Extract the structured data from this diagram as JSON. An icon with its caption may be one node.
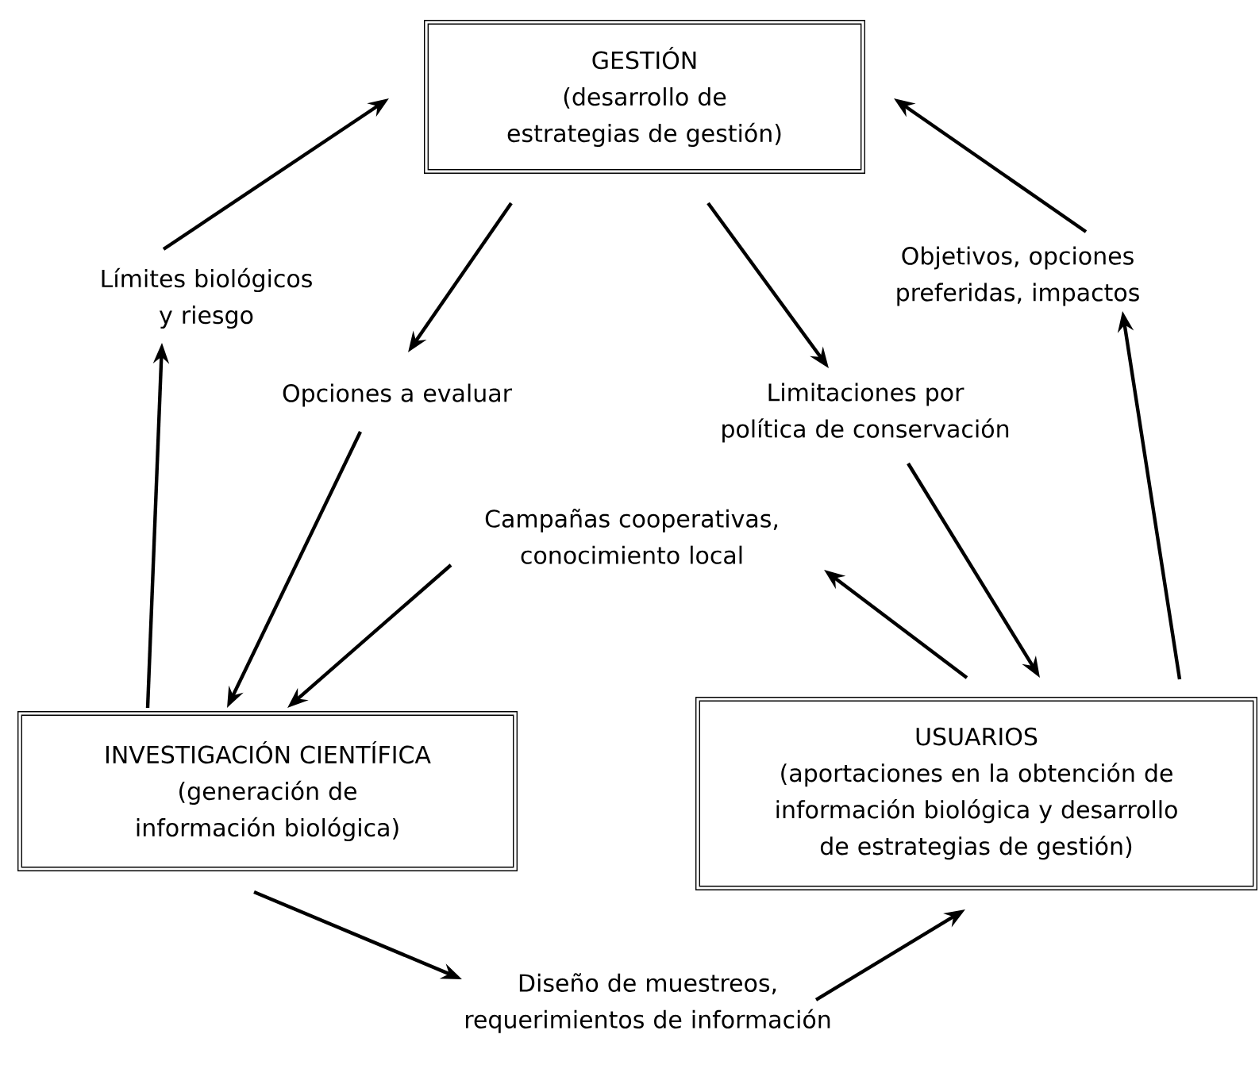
{
  "diagram": {
    "nodes": [
      {
        "text": [
          "GESTIÓN",
          "(desarrollo de estrategias de gestión)"
        ]
      },
      {
        "text": [
          "INVESTIGACIÓN CIENTÍFICA",
          "(generación de información biológica)"
        ]
      },
      {
        "text": [
          "USUARIOS",
          "(aportaciones en la obtención de información biológica y desarrollo de estrategias de gestión)"
        ]
      },
      {
        "text": [
          "Límites biológicos y riesgo"
        ]
      },
      {
        "text": [
          "Opciones a evaluar"
        ]
      },
      {
        "text": [
          "Limitaciones por política de conservación"
        ]
      },
      {
        "text": [
          "Objetivos, opciones preferidas, impactos"
        ]
      },
      {
        "text": [
          "Campañas cooperativas, conocimiento local"
        ]
      },
      {
        "text": [
          "Diseño de muestreos, requerimientos de información"
        ]
      }
    ],
    "edges": [
      {
        "from": 1,
        "to": 3,
        "arrow": "to"
      },
      {
        "from": 3,
        "to": 0,
        "arrow": "to"
      },
      {
        "from": 0,
        "to": 4,
        "arrow": "to"
      },
      {
        "from": 4,
        "to": 1,
        "arrow": "to"
      },
      {
        "from": 0,
        "to": 5,
        "arrow": "to"
      },
      {
        "from": 5,
        "to": 2,
        "arrow": "to"
      },
      {
        "from": 2,
        "to": 6,
        "arrow": "to"
      },
      {
        "from": 6,
        "to": 0,
        "arrow": "to"
      },
      {
        "from": 2,
        "to": 7,
        "arrow": "to"
      },
      {
        "from": 7,
        "to": 1,
        "arrow": "to"
      },
      {
        "from": 1,
        "to": 8,
        "arrow": "to"
      },
      {
        "from": 8,
        "to": 2,
        "arrow": "to"
      }
    ]
  }
}
